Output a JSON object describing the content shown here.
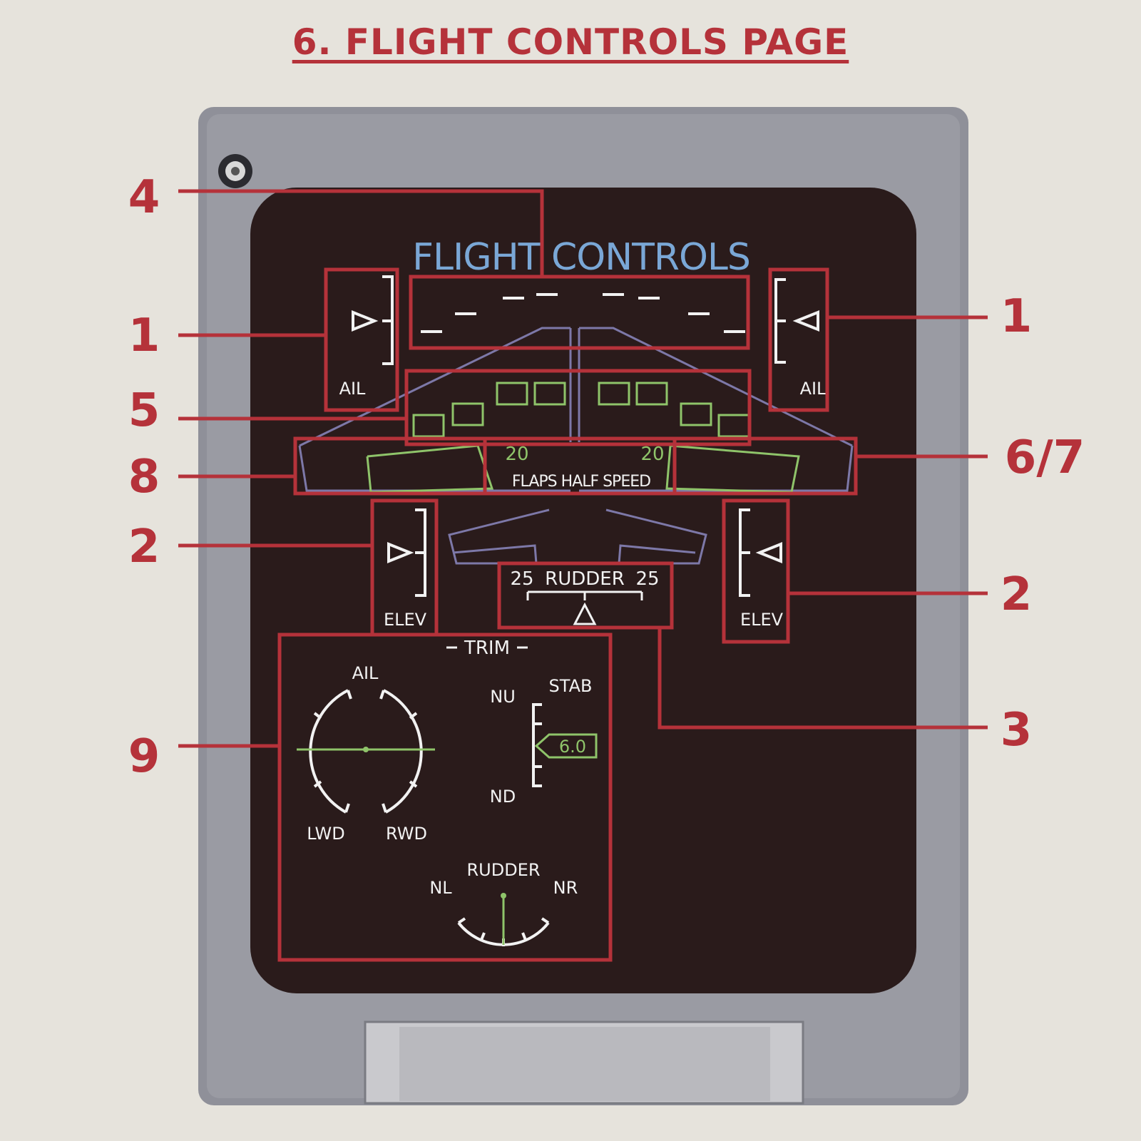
{
  "page_title": "6. FLIGHT CONTROLS PAGE",
  "display": {
    "title": "FLIGHT CONTROLS",
    "left_aileron_label": "AIL",
    "right_aileron_label": "AIL",
    "left_elevator_label": "ELEV",
    "right_elevator_label": "ELEV",
    "flap_left_value": "20",
    "flap_right_value": "20",
    "flaps_message": "FLAPS HALF SPEED",
    "rudder_left_value": "25",
    "rudder_label": "RUDDER",
    "rudder_right_value": "25",
    "trim": {
      "title": "TRIM",
      "aileron_label": "AIL",
      "lwd_label": "LWD",
      "rwd_label": "RWD",
      "stab_label": "STAB",
      "nu_label": "NU",
      "nd_label": "ND",
      "stab_value": "6.0",
      "rudder_label": "RUDDER",
      "nl_label": "NL",
      "nr_label": "NR"
    }
  },
  "callouts": {
    "n1_left": "1",
    "n1_right": "1",
    "n2_left": "2",
    "n2_right": "2",
    "n3": "3",
    "n4": "4",
    "n5": "5",
    "n67": "6/7",
    "n8": "8",
    "n9": "9"
  },
  "colors": {
    "callout_red": "#b5323a",
    "screen_bg": "#2a1b1b",
    "bezel": "#8f9099",
    "title_cyan": "#7aa7d6",
    "symbol_green": "#8fc46a",
    "wing_purple": "#7d78a8",
    "symbol_white": "#f2f2f2"
  }
}
